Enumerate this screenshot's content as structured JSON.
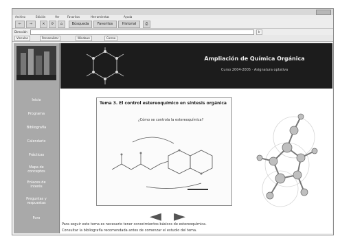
{
  "colors": {
    "banner_bg": "#1c1c1c",
    "sidebar_bg": "#a9a9a9",
    "window_bg": "#f2f2f2"
  },
  "browser": {
    "menu": [
      "Archivo",
      "Edición",
      "Ver",
      "Favoritos",
      "Herramientas",
      "Ayuda"
    ],
    "toolbar": {
      "back": "←",
      "forward": "→",
      "stop": "×",
      "refresh": "⟳",
      "home": "⌂",
      "search": "Búsqueda",
      "favorites": "Favoritos",
      "history": "Historial",
      "print": "⎙"
    },
    "address_label": "Dirección",
    "address_value": "",
    "go_label": "Ir",
    "links": [
      "Vínculos",
      "Personalizar",
      "Windows",
      "Correo"
    ]
  },
  "sidebar": {
    "items": [
      "Inicio",
      "Programa",
      "Bibliografía",
      "Calendario",
      "Prácticas",
      "Mapa de conceptos",
      "Enlaces de interés",
      "Preguntas y respuestas",
      "Foro"
    ]
  },
  "banner": {
    "title": "Ampliación de Química Orgánica",
    "subtitle": "Curso 2004-2005 · Asignatura optativa"
  },
  "slide": {
    "title": "Tema 3. El control estereoquímico en síntesis orgánica",
    "question": "¿Cómo se controla la estereoquímica?"
  },
  "content": {
    "prev": "◄",
    "next": "►",
    "footer_line_1": "Para seguir este tema es necesario tener conocimientos básicos de estereoquímica.",
    "footer_line_2": "Consultar la bibliografía recomendada antes de comenzar el estudio del tema."
  }
}
